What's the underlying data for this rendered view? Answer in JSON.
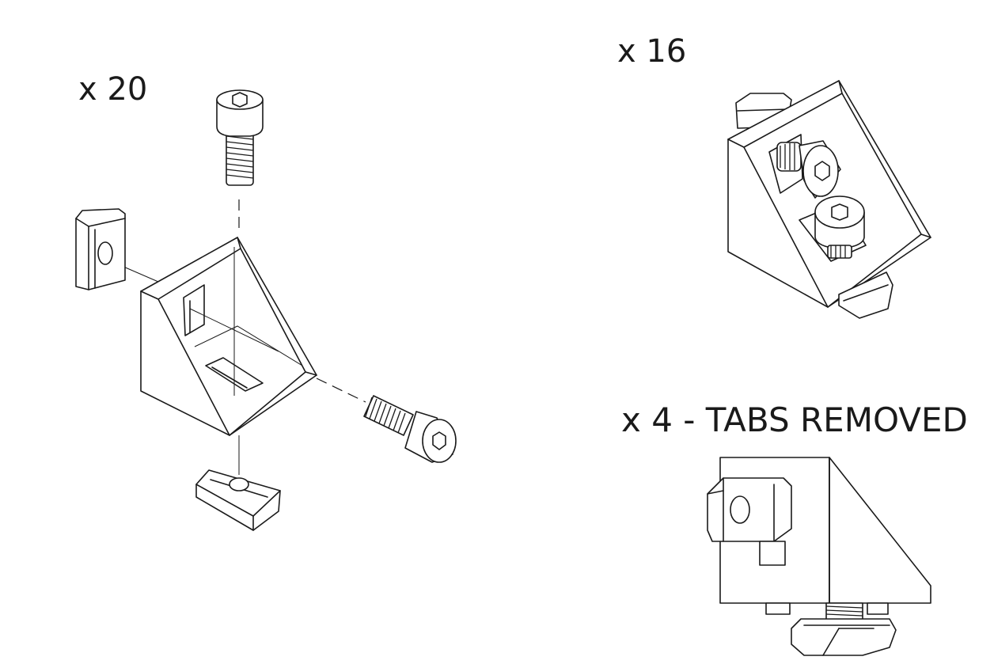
{
  "labels": {
    "exploded_quantity": "x 20",
    "assembled_quantity": "x 16",
    "tabs_removed_quantity": "x 4 - TABS REMOVED"
  },
  "colors": {
    "line": "#1a1a1a",
    "background": "#ffffff"
  }
}
